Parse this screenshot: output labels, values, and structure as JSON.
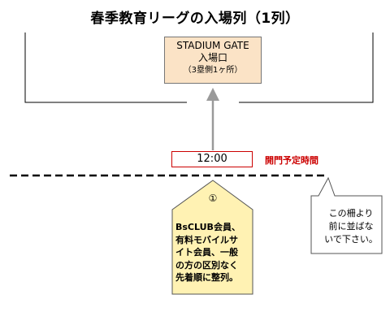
{
  "title": "春季教育リーグの入場列（1列）",
  "gate": {
    "line1": "STADIUM GATE",
    "line2": "入場口",
    "note": "（3塁側1ヶ所）"
  },
  "opening": {
    "time": "12:00",
    "label": "開門予定時間"
  },
  "queue": {
    "number": "①",
    "lines": [
      "BsCLUB会員、",
      "有料モバイルサ",
      "イト会員、一般",
      "の方の区別なく",
      "先着順に整列。"
    ]
  },
  "callout": {
    "lines": [
      "この柵より",
      "前に並ばな",
      "いで下さい。"
    ]
  },
  "colors": {
    "gate_fill": "#fbe3c6",
    "queue_fill": "#fff2b3",
    "accent_red": "#cc0000",
    "arrow_gray": "#9a9a9a"
  }
}
